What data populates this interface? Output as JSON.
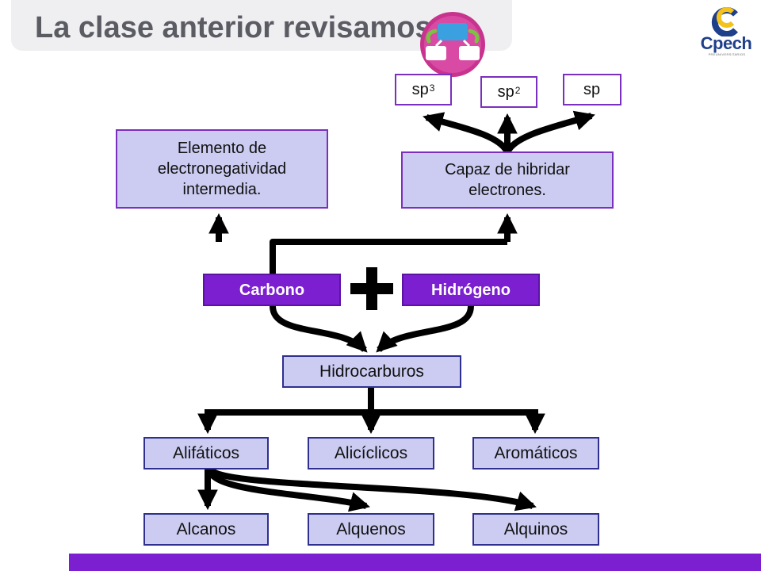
{
  "slide": {
    "title": "La clase anterior revisamos",
    "logo_text": "Cpech",
    "logo_tagline": "PREUNIVERSITARIOS"
  },
  "hybridizations": [
    {
      "base": "sp",
      "superscript": "3"
    },
    {
      "base": "sp",
      "superscript": "2"
    },
    {
      "base": "sp",
      "superscript": ""
    }
  ],
  "properties": {
    "electronegativity": "Elemento de electronegatividad intermedia.",
    "hybridization": "Capaz de hibridar electrones."
  },
  "elements": {
    "carbon": "Carbono",
    "hydrogen": "Hidrógeno"
  },
  "compound": "Hidrocarburos",
  "classes": [
    "Alifáticos",
    "Alicíclicos",
    "Aromáticos"
  ],
  "aliphatic_types": [
    "Alcanos",
    "Alquenos",
    "Alquinos"
  ],
  "colors": {
    "accent_purple": "#7b1fd1",
    "box_fill": "#ccccf2",
    "box_border_purple": "#7b2fbe",
    "box_border_navy": "#2f2f8f",
    "title_gray": "#5b5b63"
  }
}
